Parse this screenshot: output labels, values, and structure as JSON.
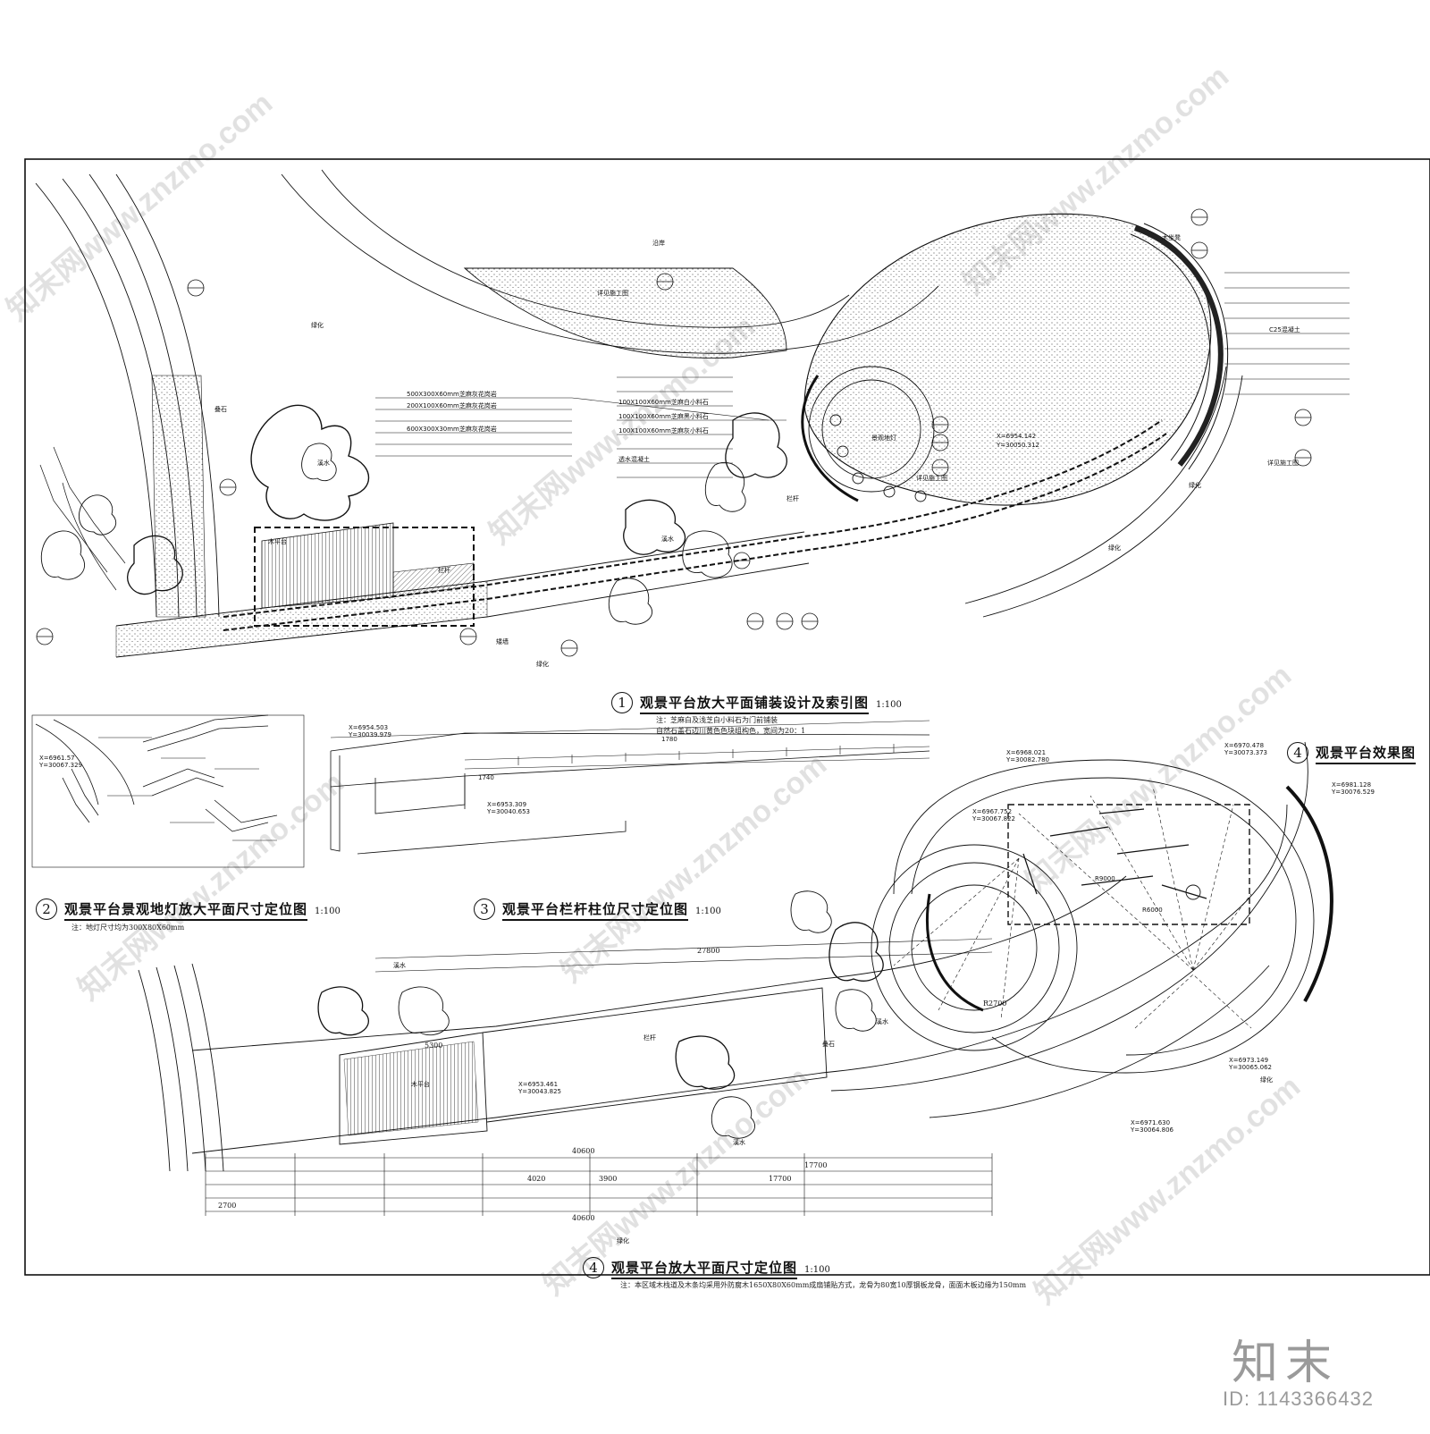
{
  "drawing": {
    "titles": {
      "t1": {
        "num": "1",
        "text": "观景平台放大平面铺装设计及索引图",
        "scale": "1:100"
      },
      "t2": {
        "num": "2",
        "text": "观景平台景观地灯放大平面尺寸定位图",
        "scale": "1:100"
      },
      "t3": {
        "num": "3",
        "text": "观景平台栏杆柱位尺寸定位图",
        "scale": "1:100"
      },
      "t4": {
        "num": "4",
        "text": "观景平台放大平面尺寸定位图",
        "scale": "1:100"
      },
      "t5": {
        "num": "4",
        "text": "观景平台效果图"
      }
    },
    "notes": {
      "n1": "注：芝麻白及浅芝白小料石为门前铺装",
      "n2": "自然石盖石边川黄色色块组构色，宽间为20：1",
      "n3": "注：地灯尺寸均为300X80X60mm",
      "n4": "注：本区域木栈道及木条均采用外防腐木1650X80X60mm成扇铺贴方式，龙骨为80宽10厚钢板龙骨，面面木板边缘为150mm"
    },
    "labels": {
      "sea": "沿岸",
      "green1": "绿化",
      "green2": "绿化",
      "green3": "绿化",
      "green4": "绿化",
      "green5": "绿化",
      "green6": "绿化",
      "stream1": "溪水",
      "stream2": "溪水",
      "stream3": "溪水",
      "stream4": "溪水",
      "stream5": "溪水",
      "rail1": "栏杆",
      "rail2": "栏杆",
      "rail3": "栏杆",
      "wood1": "木平台",
      "wood2": "木平台",
      "step1": "叠石",
      "step2": "叠石",
      "wall": "矮墙",
      "seat": "木坐凳",
      "light": "景观地灯",
      "pave1": "500X300X60mm芝麻灰花岗岩",
      "pave2": "200X100X60mm芝麻灰花岗岩",
      "pave3": "100X100X60mm芝麻白小料石",
      "pave4": "100X100X60mm芝麻黑小料石",
      "pave5": "100X100X60mm芝麻灰小料石",
      "pave6": "600X300X30mm芝麻灰花岗岩",
      "pave7": "C25混凝土",
      "pave8": "透水混凝土",
      "idx1": "详见施工图",
      "idx2": "详见施工图",
      "idx3": "详见施工图"
    },
    "coords": {
      "c1": "X=6968.021",
      "c2": "Y=30082.780",
      "c3": "X=6970.478",
      "c4": "Y=30073.373",
      "c5": "X=6981.128",
      "c6": "Y=30076.529",
      "c7": "X=6954.503",
      "c8": "Y=30039.979",
      "c9": "X=6953.309",
      "c10": "Y=30040.653",
      "c11": "X=6967.752",
      "c12": "Y=30067.822",
      "c13": "X=6961.57",
      "c14": "Y=30067.329",
      "c15": "X=6953.461",
      "c16": "Y=30043.825",
      "c17": "X=6954.142",
      "c18": "Y=30050.312",
      "c19": "X=6973.149",
      "c20": "Y=30065.062",
      "c21": "X=6971.630",
      "c22": "Y=30064.806"
    },
    "dims": {
      "d1": "40600",
      "d2": "17700",
      "d3": "27800",
      "d4": "17700",
      "d5": "5300",
      "d6": "3900",
      "d7": "4020",
      "d8": "1780",
      "d9": "1740",
      "d10": "2700",
      "d11": "R6000",
      "d12": "R9000",
      "d13": "R2700",
      "d14": "40600"
    }
  },
  "brand": {
    "logo": "知末",
    "id": "ID: 1143366432"
  },
  "watermark": {
    "text": "知末网www.znzmo.com"
  }
}
